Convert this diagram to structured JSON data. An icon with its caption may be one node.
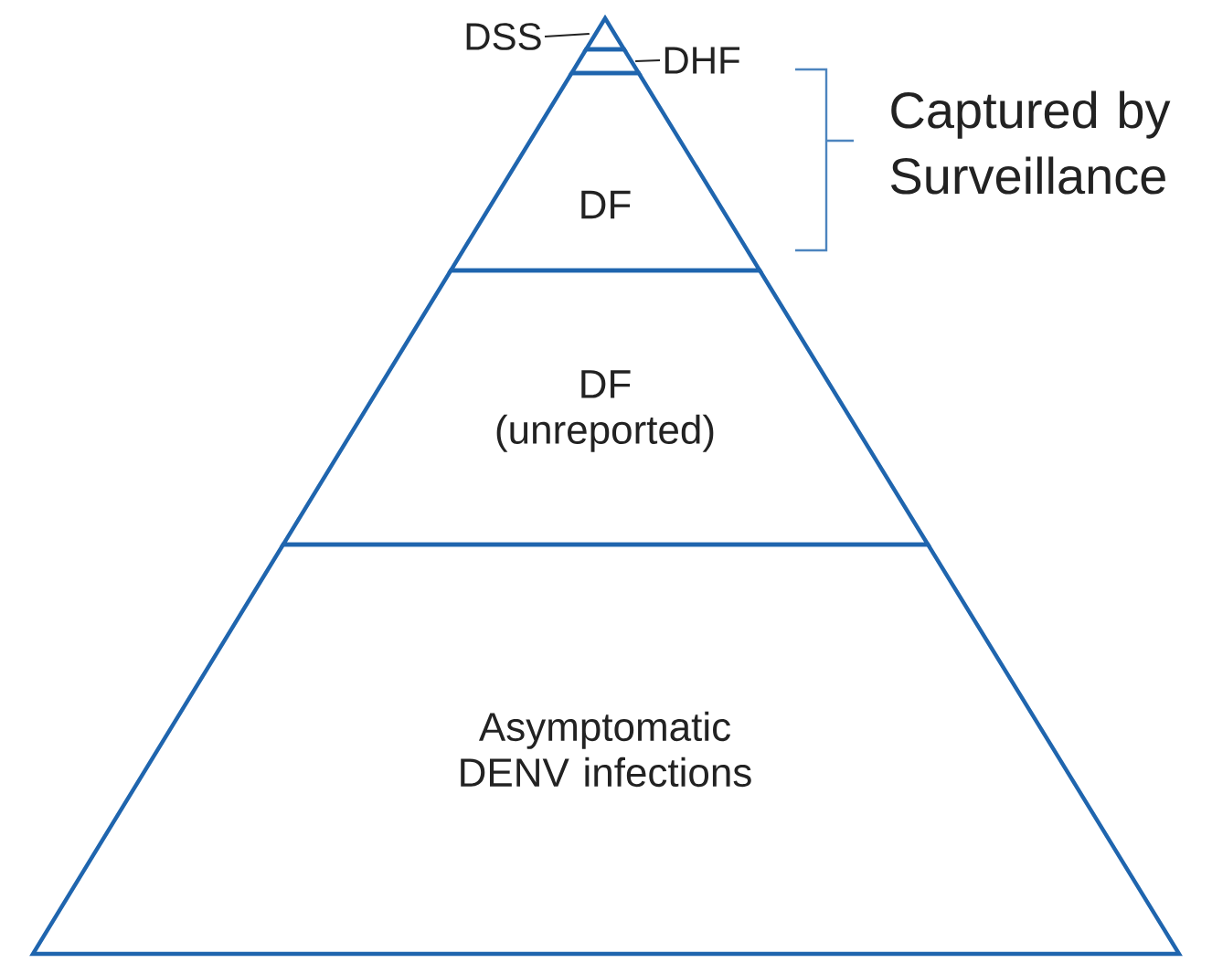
{
  "diagram": {
    "nodes": [
      {
        "text": [
          "DSS"
        ]
      },
      {
        "text": [
          "DHF"
        ]
      },
      {
        "text": [],
        "shape": "triangle"
      },
      {
        "text": [],
        "shape": "band"
      },
      {
        "text": [
          "DF"
        ]
      },
      {
        "text": [
          "DF (unreported)"
        ]
      },
      {
        "text": [
          "Asymptomatic DENV infections"
        ]
      }
    ],
    "edges": [
      {
        "from": 0,
        "to": 2,
        "arrow": "none"
      },
      {
        "from": 1,
        "to": 3,
        "arrow": "none"
      }
    ],
    "labels": [
      "Captured by Surveillance"
    ]
  }
}
